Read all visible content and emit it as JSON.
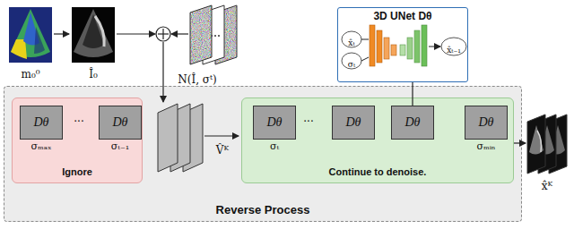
{
  "diagram": {
    "nodes": [
      {
        "text": [
          "Reverse Process"
        ]
      },
      {
        "text": [
          "Ignore"
        ],
        "in": 0
      },
      {
        "text": [
          "Dθ",
          "σₘₐₓ"
        ],
        "in": 1
      },
      {
        "text": [
          "Dθ",
          "σₜ₋₁"
        ],
        "in": 1
      },
      {
        "text": [
          "Continue to denoise."
        ],
        "in": 0
      },
      {
        "text": [
          "Dθ",
          "σₜ"
        ],
        "in": 4
      },
      {
        "text": [
          "Dθ"
        ],
        "in": 4
      },
      {
        "text": [
          "Dθ"
        ],
        "in": 4
      },
      {
        "text": [
          "Dθ",
          "σₘᵢₙ"
        ],
        "in": 4
      },
      {
        "text": [
          "3D UNet Dθ"
        ]
      }
    ],
    "edges": [
      {
        "from": 7,
        "to": 9,
        "arrow": "none"
      }
    ],
    "labels": [
      "m₀⁰",
      "Î₀",
      "N(Î, σᵗ)",
      "V̂ᴷ",
      "x̂ᴷ",
      "...",
      "...",
      "x̂ₜ",
      "σₜ",
      "x̂ₜ₋₁"
    ]
  }
}
